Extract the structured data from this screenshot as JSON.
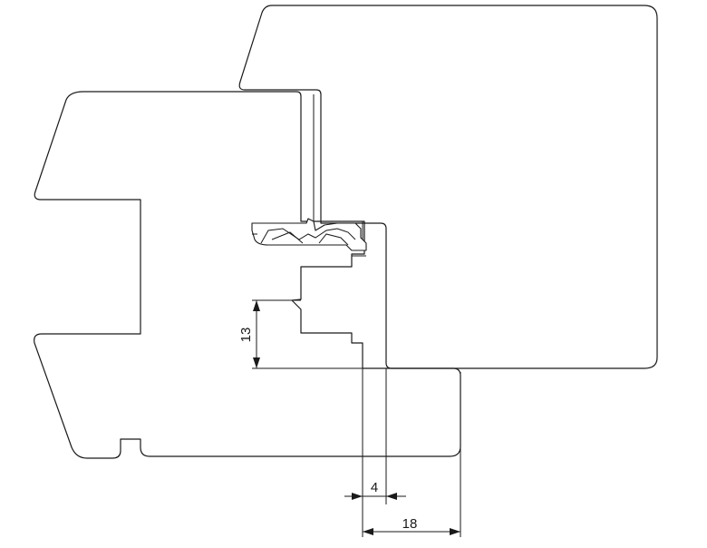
{
  "drawing": {
    "type": "window frame cross-section",
    "dimensions": {
      "dim_13": "13",
      "dim_4": "4",
      "dim_18": "18"
    },
    "line_color": "#1a1a1a",
    "background": "#ffffff"
  }
}
